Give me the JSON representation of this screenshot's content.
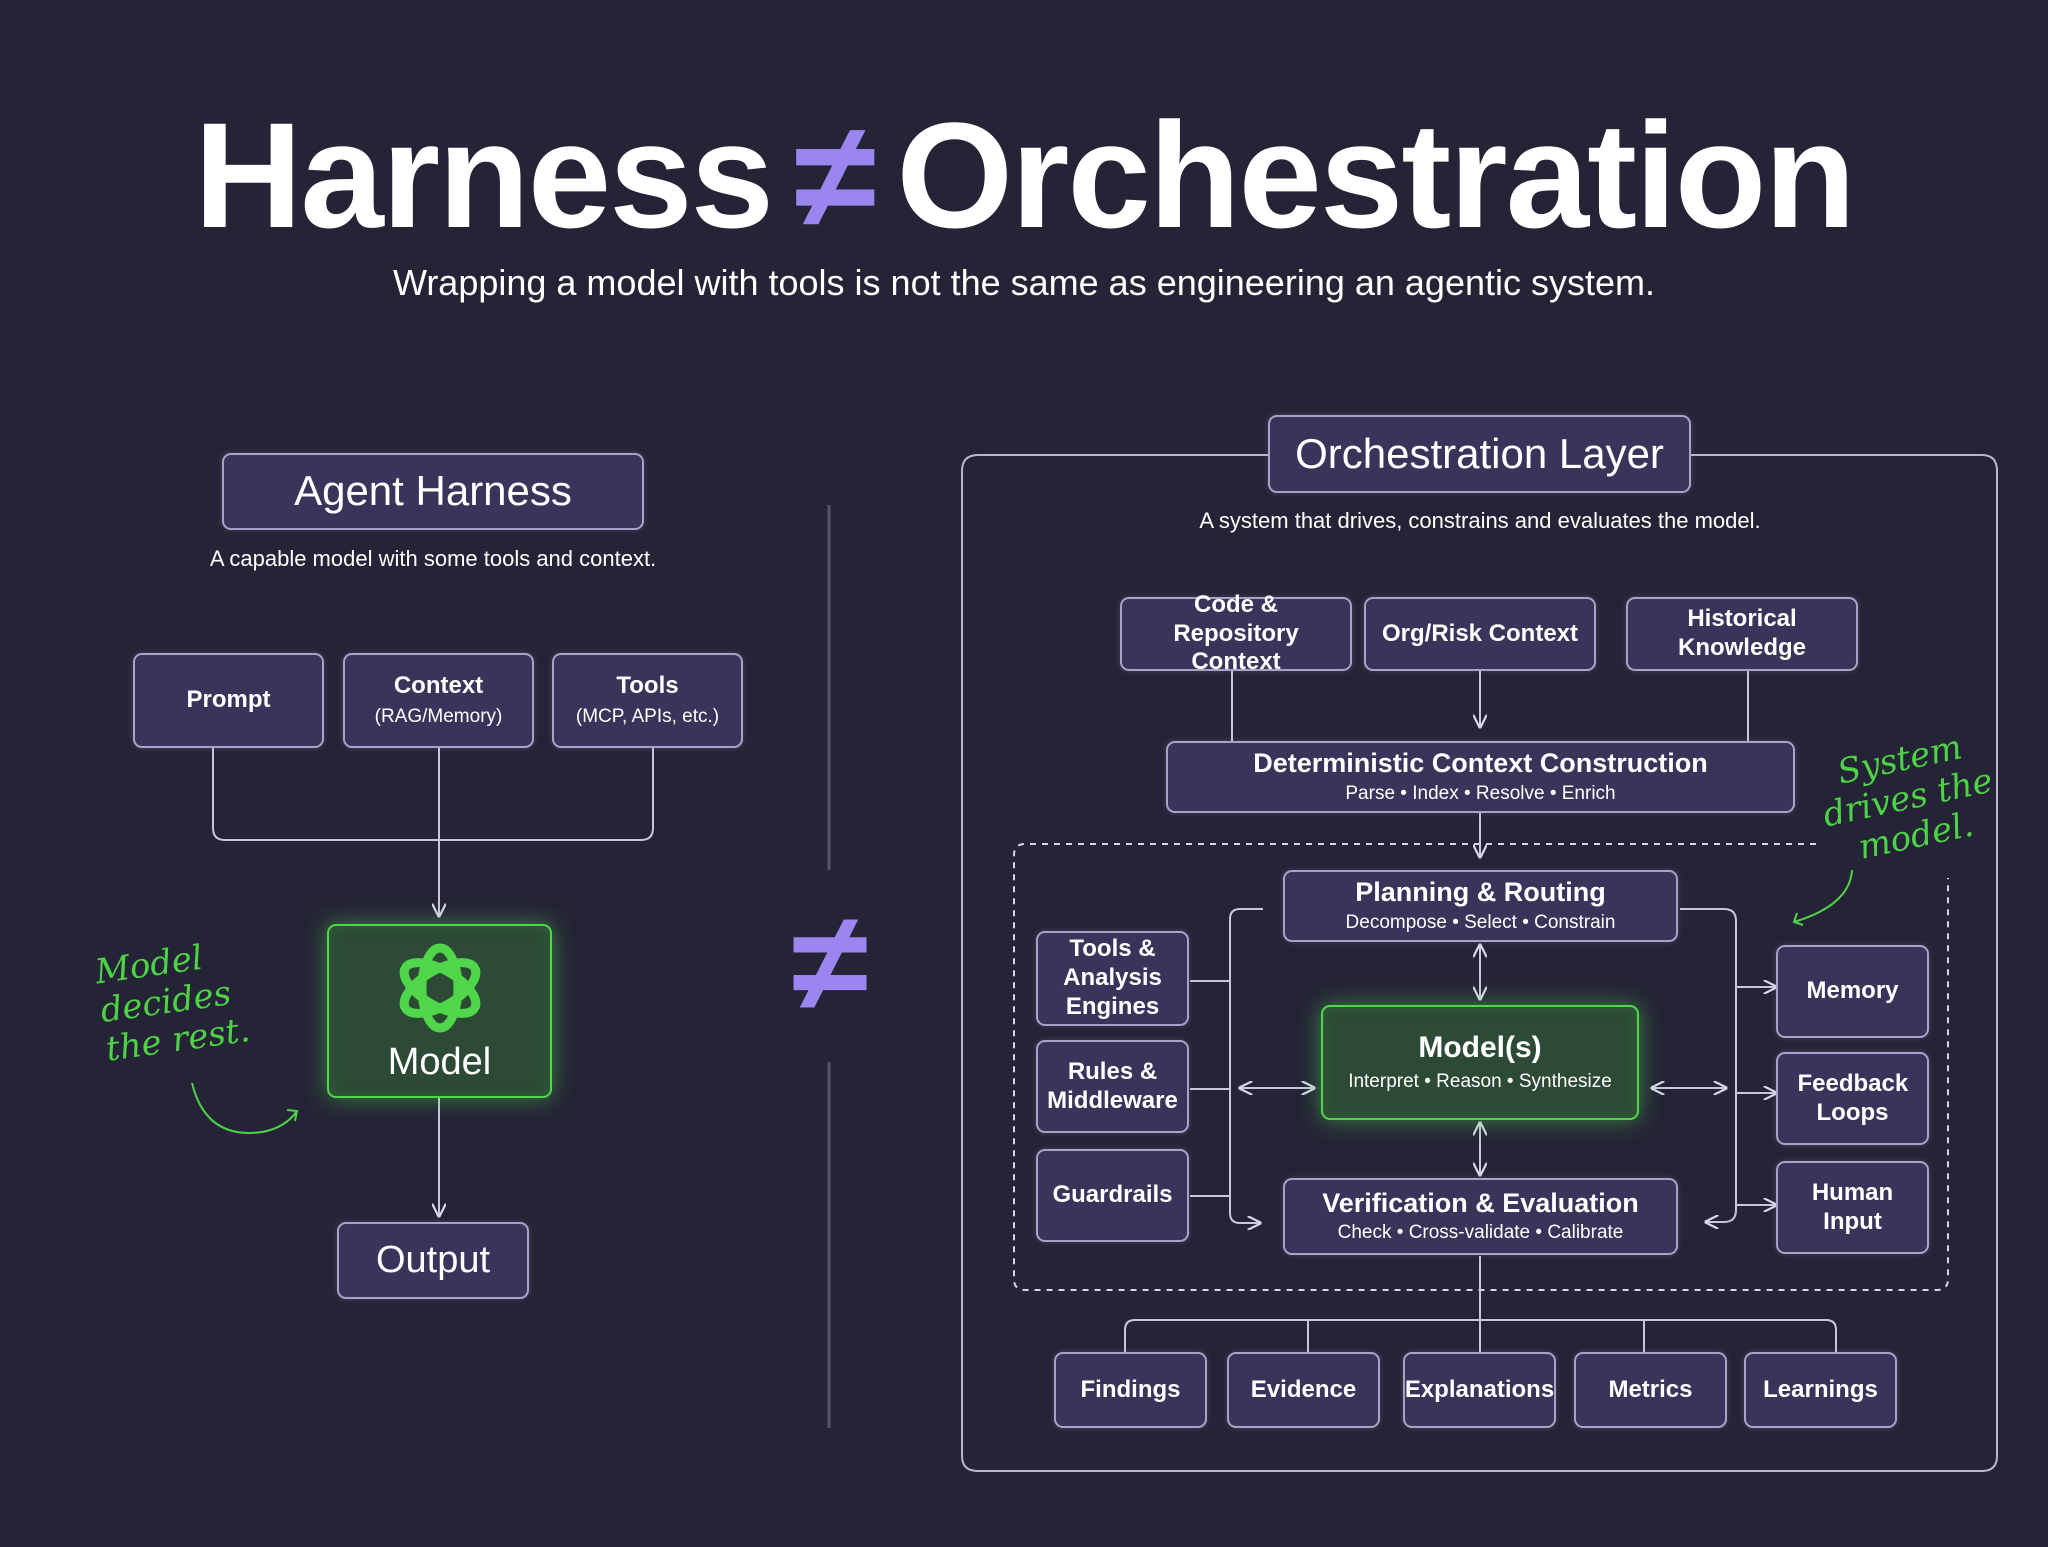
{
  "header": {
    "title_left": "Harness",
    "title_sym": "≠",
    "title_right": "Orchestration",
    "subtitle": "Wrapping a model with tools is not the same as engineering an agentic system."
  },
  "harness": {
    "title": "Agent Harness",
    "caption": "A capable model with some tools and context.",
    "inputs": [
      {
        "label": "Prompt",
        "sub": ""
      },
      {
        "label": "Context",
        "sub": "(RAG/Memory)"
      },
      {
        "label": "Tools",
        "sub": "(MCP, APIs, etc.)"
      }
    ],
    "model_label": "Model",
    "output_label": "Output",
    "note": "Model decides the rest."
  },
  "divider_symbol": "≠",
  "orchestration": {
    "title": "Orchestration Layer",
    "caption": "A system that drives, constrains and evaluates the model.",
    "sources": [
      {
        "label": "Code & Repository Context"
      },
      {
        "label": "Org/Risk Context"
      },
      {
        "label": "Historical Knowledge"
      }
    ],
    "context_construction": {
      "title": "Deterministic Context Construction",
      "sub": "Parse • Index • Resolve • Enrich"
    },
    "planning": {
      "title": "Planning & Routing",
      "sub": "Decompose • Select • Constrain"
    },
    "models": {
      "title": "Model(s)",
      "sub": "Interpret • Reason • Synthesize"
    },
    "verification": {
      "title": "Verification & Evaluation",
      "sub": "Check • Cross-validate • Calibrate"
    },
    "left_modules": [
      {
        "label": "Tools & Analysis Engines"
      },
      {
        "label": "Rules & Middleware"
      },
      {
        "label": "Guardrails"
      }
    ],
    "right_modules": [
      {
        "label": "Memory"
      },
      {
        "label": "Feedback Loops"
      },
      {
        "label": "Human Input"
      }
    ],
    "outputs": [
      {
        "label": "Findings"
      },
      {
        "label": "Evidence"
      },
      {
        "label": "Explanations"
      },
      {
        "label": "Metrics"
      },
      {
        "label": "Learnings"
      }
    ],
    "note": "System drives the model."
  },
  "colors": {
    "background": "#252436",
    "box_fill": "#38345a",
    "box_border": "#a7a3c8",
    "accent_purple": "#9b86f0",
    "accent_green": "#4fd64a"
  }
}
